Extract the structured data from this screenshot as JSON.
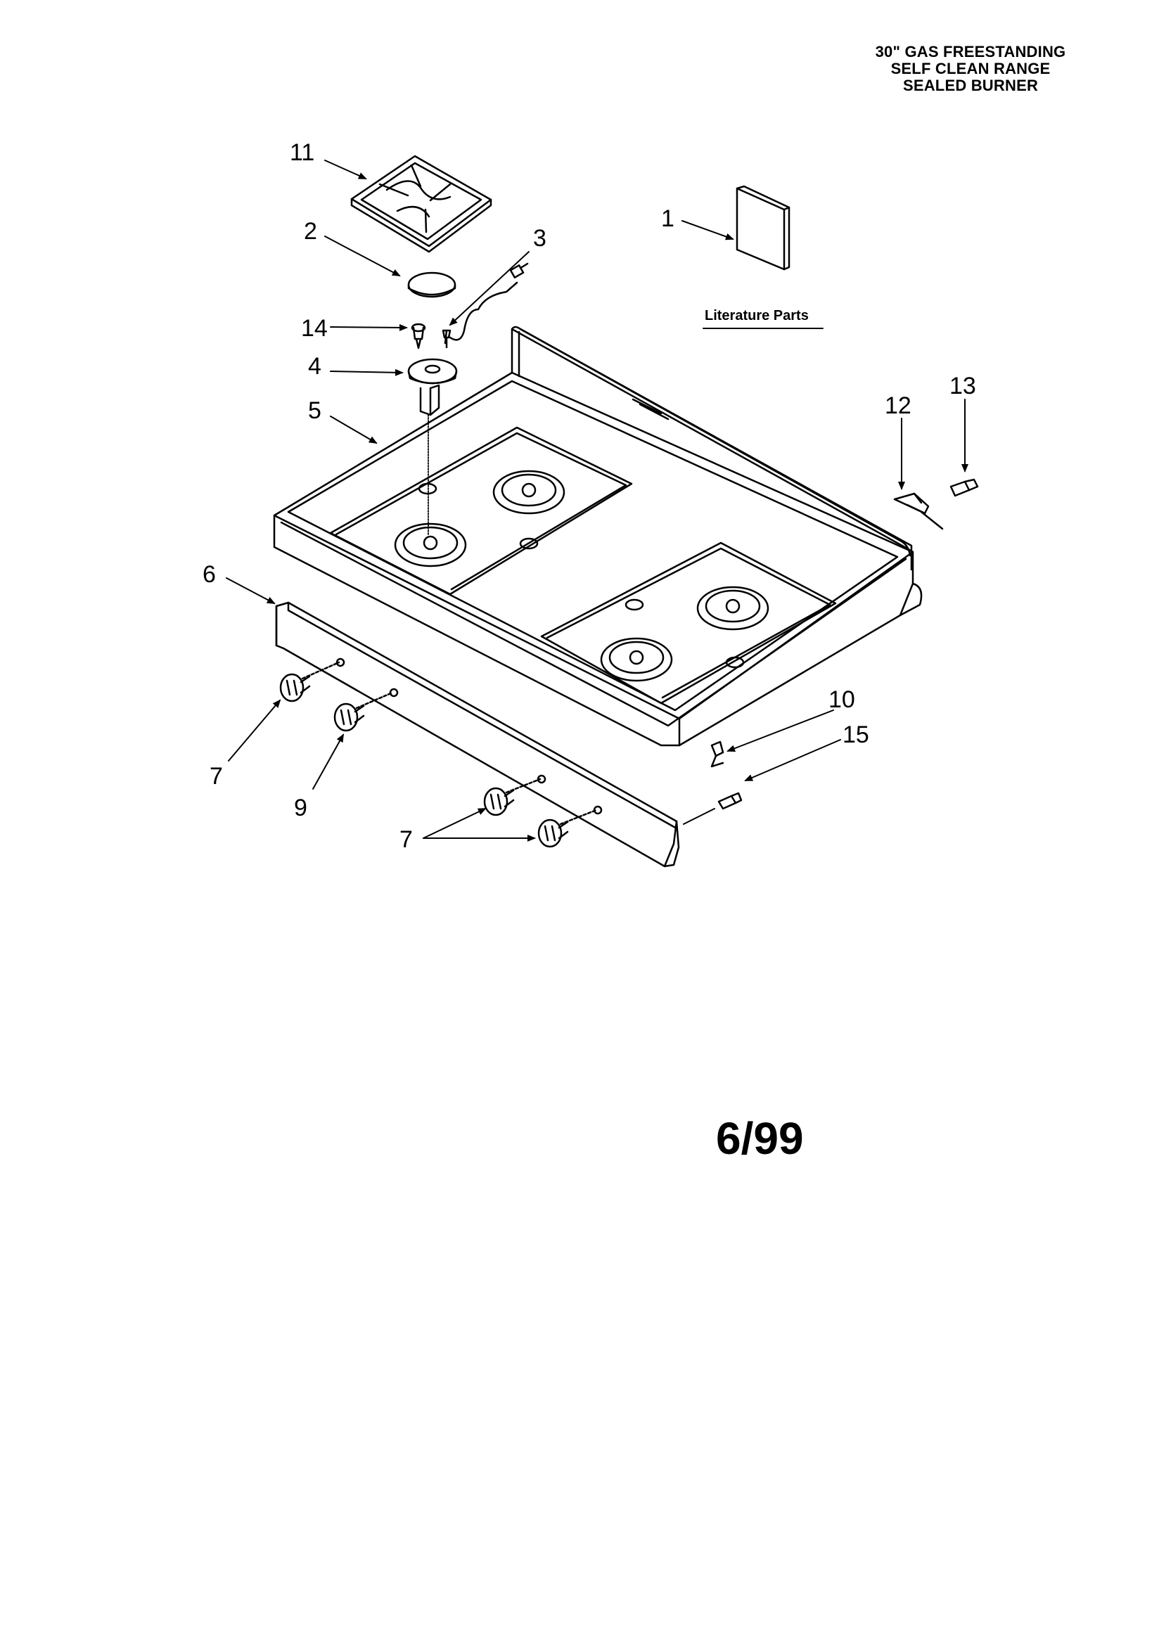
{
  "header": {
    "line1": "30\" GAS FREESTANDING",
    "line2": "SELF CLEAN RANGE",
    "line3": "SEALED BURNER"
  },
  "literature_label": "Literature Parts",
  "callouts": {
    "c1": "1",
    "c2": "2",
    "c3": "3",
    "c4": "4",
    "c5": "5",
    "c6": "6",
    "c7a": "7",
    "c7b": "7",
    "c9": "9",
    "c10": "10",
    "c11": "11",
    "c12": "12",
    "c13": "13",
    "c14": "14",
    "c15": "15"
  },
  "date": "6/99"
}
